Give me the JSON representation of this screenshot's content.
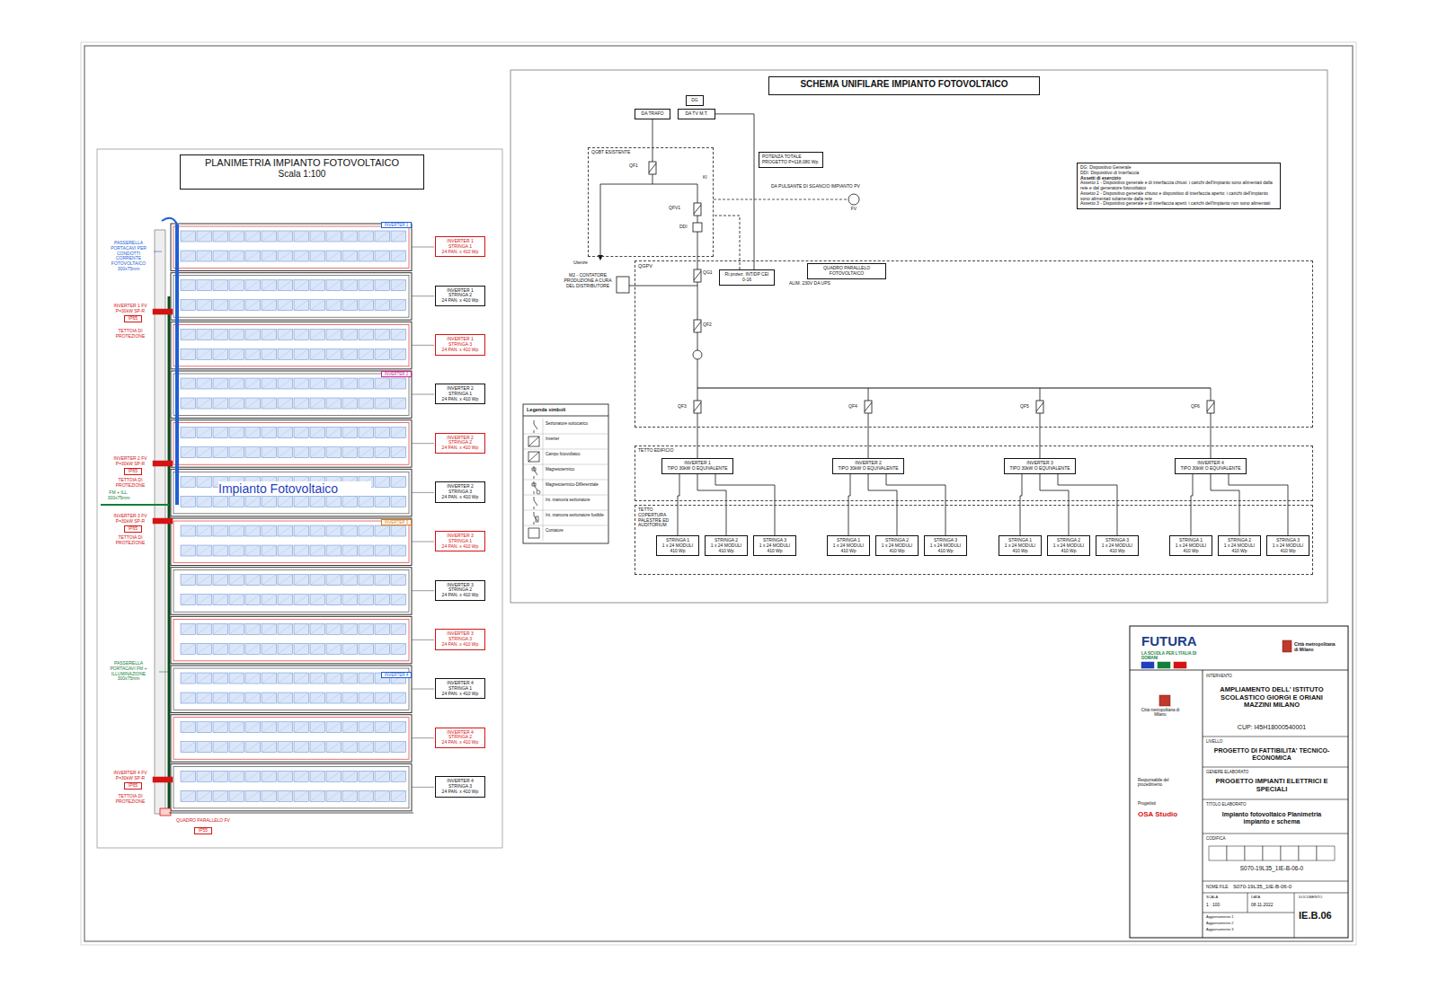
{
  "diagram": {
    "nodes": [
      {
        "text": [
          "PLANIMETRIA IMPIANTO FOTOVOLTAICO",
          "Scala 1:100"
        ]
      },
      {
        "text": [
          "INVERTER 1",
          "STRINGA 1",
          "24 PAN. x 410 Wp"
        ]
      },
      {
        "text": [
          "INVERTER 1",
          "STRINGA 2",
          "24 PAN. x 410 Wp"
        ]
      },
      {
        "text": [
          "INVERTER 1",
          "STRINGA 3",
          "24 PAN. x 410 Wp"
        ]
      },
      {
        "text": [
          "INVERTER 2",
          "STRINGA 1",
          "24 PAN. x 410 Wp"
        ]
      },
      {
        "text": [
          "INVERTER 2",
          "STRINGA 2",
          "24 PAN. x 410 Wp"
        ]
      },
      {
        "text": [
          "INVERTER 2",
          "STRINGA 3",
          "24 PAN. x 410 Wp"
        ]
      },
      {
        "text": [
          "INVERTER 3",
          "STRINGA 1",
          "24 PAN. x 410 Wp"
        ]
      },
      {
        "text": [
          "INVERTER 3",
          "STRINGA 2",
          "24 PAN. x 410 Wp"
        ]
      },
      {
        "text": [
          "INVERTER 3",
          "STRINGA 3",
          "24 PAN. x 410 Wp"
        ]
      },
      {
        "text": [
          "INVERTER 4",
          "STRINGA 1",
          "24 PAN. x 410 Wp"
        ]
      },
      {
        "text": [
          "INVERTER 4",
          "STRINGA 2",
          "24 PAN. x 410 Wp"
        ]
      },
      {
        "text": [
          "INVERTER 4",
          "STRINGA 3",
          "24 PAN. x 410 Wp"
        ]
      },
      {
        "text": [
          "SCHEMA UNIFILARE IMPIANTO FOTOVOLTAICO"
        ]
      },
      {
        "text": [
          "DG"
        ]
      },
      {
        "text": [
          "DA TRAFO"
        ]
      },
      {
        "text": [
          "DA TV M.T."
        ]
      },
      {
        "text": [
          "QGBT ESISTENTE"
        ]
      },
      {
        "text": [
          "POTENZA TOTALE PROGETTO P=118,080 Wp"
        ]
      },
      {
        "text": [
          "DG: Dispositivo Generale",
          "DDI: Dispositivo di Interfaccia",
          "Assetti di esercizio",
          "Assetto 1 - Dispositivo generale e di interfaccia chiusi: i carichi dell'impianto sono alimentati dalla rete e dal generatore fotovoltaico",
          "Assetto 2 - Dispositivo generale chiuso e dispositivo di interfaccia aperto: i carichi dell'impianto sono alimentati solamente dalla rete",
          "Assetto 3 - Dispositivo generale e di interfaccia aperti: i carichi dell'impianto non sono alimentati"
        ]
      },
      {
        "text": [
          "QGPV"
        ]
      },
      {
        "text": [
          "QUADRO PARALLELO FOTOVOLTAICO"
        ],
        "in": 20
      },
      {
        "text": [
          "Ri.protez. INT/DP CEI 0-16"
        ],
        "in": 20
      },
      {
        "text": [
          "TETTO EDIFICIO"
        ]
      },
      {
        "text": [
          "INVERTER 1",
          "TIPO 30kW O EQUIVALENTE"
        ],
        "in": 23
      },
      {
        "text": [
          "INVERTER 2",
          "TIPO 30kW O EQUIVALENTE"
        ],
        "in": 23
      },
      {
        "text": [
          "INVERTER 3",
          "TIPO 30kW O EQUIVALENTE"
        ],
        "in": 23
      },
      {
        "text": [
          "INVERTER 4",
          "TIPO 30kW O EQUIVALENTE"
        ],
        "in": 23
      },
      {
        "text": [
          "TETTO COPERTURA PALESTRE ED AUDITORIUM"
        ]
      },
      {
        "text": [
          "STRINGA 1",
          "1 x 24 MODULI 410 Wp"
        ],
        "in": 28
      },
      {
        "text": [
          "STRINGA 2",
          "1 x 24 MODULI 410 Wp"
        ],
        "in": 28
      },
      {
        "text": [
          "STRINGA 3",
          "1 x 24 MODULI 410 Wp"
        ],
        "in": 28
      },
      {
        "text": [
          "STRINGA 1",
          "1 x 24 MODULI 410 Wp"
        ],
        "in": 28
      },
      {
        "text": [
          "STRINGA 2",
          "1 x 24 MODULI 410 Wp"
        ],
        "in": 28
      },
      {
        "text": [
          "STRINGA 3",
          "1 x 24 MODULI 410 Wp"
        ],
        "in": 28
      },
      {
        "text": [
          "STRINGA 1",
          "1 x 24 MODULI 410 Wp"
        ],
        "in": 28
      },
      {
        "text": [
          "STRINGA 2",
          "1 x 24 MODULI 410 Wp"
        ],
        "in": 28
      },
      {
        "text": [
          "STRINGA 3",
          "1 x 24 MODULI 410 Wp"
        ],
        "in": 28
      },
      {
        "text": [
          "STRINGA 1",
          "1 x 24 MODULI 410 Wp"
        ],
        "in": 28
      },
      {
        "text": [
          "STRINGA 2",
          "1 x 24 MODULI 410 Wp"
        ],
        "in": 28
      },
      {
        "text": [
          "STRINGA 3",
          "1 x 24 MODULI 410 Wp"
        ],
        "in": 28
      }
    ],
    "edges": [
      {
        "from": 15,
        "to": 17,
        "arrow": "none"
      },
      {
        "from": 16,
        "to": 22,
        "arrow": "none"
      },
      {
        "from": 17,
        "to": 20,
        "arrow": "none"
      },
      {
        "from": 20,
        "to": 24,
        "arrow": "none"
      },
      {
        "from": 20,
        "to": 25,
        "arrow": "none"
      },
      {
        "from": 20,
        "to": 26,
        "arrow": "none"
      },
      {
        "from": 20,
        "to": 27,
        "arrow": "none"
      },
      {
        "from": 29,
        "to": 24,
        "arrow": "none"
      },
      {
        "from": 30,
        "to": 24,
        "arrow": "none"
      },
      {
        "from": 31,
        "to": 24,
        "arrow": "none"
      },
      {
        "from": 32,
        "to": 25,
        "arrow": "none"
      },
      {
        "from": 33,
        "to": 25,
        "arrow": "none"
      },
      {
        "from": 34,
        "to": 25,
        "arrow": "none"
      },
      {
        "from": 35,
        "to": 26,
        "arrow": "none"
      },
      {
        "from": 36,
        "to": 26,
        "arrow": "none"
      },
      {
        "from": 37,
        "to": 26,
        "arrow": "none"
      },
      {
        "from": 38,
        "to": 27,
        "arrow": "none"
      },
      {
        "from": 39,
        "to": 27,
        "arrow": "none"
      },
      {
        "from": 40,
        "to": 27,
        "arrow": "none"
      },
      {
        "from": 22,
        "to": 17,
        "arrow": "none"
      }
    ],
    "labels": [
      "PASSERELLA PORTACAVI PER CONDOTTI CORRENTE FOTOVOLTAICO 300x75mm",
      "INVERTER 1 FV P=30kW SP-R",
      "IP65",
      "TETTOIA DI PROTEZIONE",
      "INVERTER 2 FV P=30kW SP-R",
      "IP65",
      "TETTOIA DI PROTEZIONE",
      "FM + ILL. 300x75mm",
      "INVERTER 3 FV P=30kW SP-R",
      "IP65",
      "TETTOIA DI PROTEZIONE",
      "PASSERELLA PORTACAVI FM + ILLUMINAZIONE 300x75mm",
      "INVERTER 4 FV P=30kW SP-R",
      "IP65",
      "TETTOIA DI PROTEZIONE",
      "QUADRO PARALLELO FV",
      "IP55",
      "Impianto Fotovoltaico",
      "INVERTER 1",
      "INVERTER 2",
      "INVERTER 3",
      "INVERTER 4",
      "QF1",
      "QFV1",
      "KI",
      "DDI",
      "Utenze",
      "DA PULSANTE DI SGANCIO IMPIANTO PV",
      "FV",
      "M2 - CONTATORE PRODUZIONE A CURA DEL DISTRIBUTORE",
      "QG1",
      "ALIM. 230V DA UPS",
      "QF2",
      "QF3",
      "QF4",
      "QF5",
      "QF6",
      "Legenda simboli",
      "FUTURA",
      "LA SCUOLA PER L'ITALIA DI DOMANI",
      "Città metropolitana di Milano",
      "INTERVENTO",
      "AMPLIAMENTO DELL' ISTITUTO SCOLASTICO GIORGI E ORIANI MAZZINI MILANO",
      "CUP: I45H18000540001",
      "LIVELLO",
      "PROGETTO DI FATTIBILITA' TECNICO-ECONOMICA",
      "GENERE ELABORATO",
      "PROGETTO IMPIANTI ELETTRICI E SPECIALI",
      "TITOLO ELABORATO",
      "Impianto fotovoltaico Planimetria impianto e schema",
      "CODIFICA",
      "S070-19L35_1IE-B-06-0",
      "NOME FILE:",
      "S070-19L35_1IE-B-06-0",
      "SCALA",
      "1 : 100",
      "DATA",
      "08.11.2022",
      "DOCUMENTO",
      "IE.B.06",
      "Aggiornamento 1",
      "Aggiornamento 2",
      "Aggiornamento 3",
      "Città metropolitana di Milano",
      "Responsabile del procedimento",
      "Progettisti",
      "OSA Studio"
    ],
    "legend": [
      {
        "text": "Sezionatore sottocarico"
      },
      {
        "text": "Inverter"
      },
      {
        "text": "Campo fotovoltaico"
      },
      {
        "text": "Magnetotermico"
      },
      {
        "text": "Magnetotermico-Differenziale"
      },
      {
        "text": "Int. manovra sezionatore"
      },
      {
        "text": "Int. manovra sezionatore fusibile"
      },
      {
        "text": "Contatore"
      }
    ]
  }
}
